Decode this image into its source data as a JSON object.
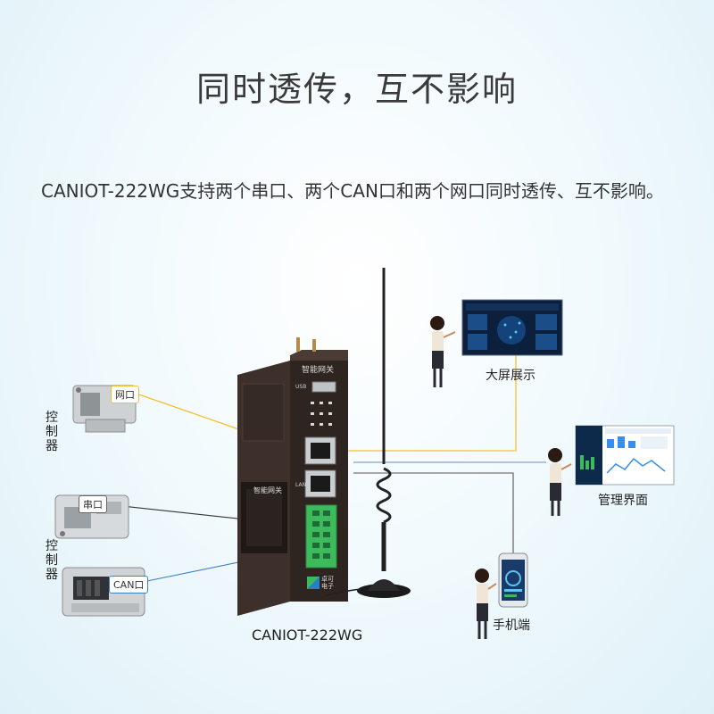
{
  "title": "同时透传，互不影响",
  "description": "CANIOT-222WG支持两个串口、两个CAN口和两个网口同时透传、互不影响。",
  "device": {
    "model": "CANIOT-222WG",
    "top_label": "智能网关",
    "usb_label": "USB",
    "lan_label": "LAN",
    "sticker_title": "智能网关",
    "logo_text_1": "卓可",
    "logo_text_2": "电子"
  },
  "left_labels": {
    "controller_1": "控制器",
    "controller_2": "控制器"
  },
  "port_tags": {
    "ethernet": "网口",
    "serial": "串口",
    "can": "CAN口"
  },
  "right_labels": {
    "big_screen": "大屏展示",
    "management": "管理界面",
    "mobile": "手机端"
  },
  "colors": {
    "ethernet_line": "#f2c12e",
    "serial_line": "#333333",
    "can_line": "#3b7fc4",
    "uplink_line": "#555555",
    "device_body": "#3a2d28",
    "terminal_green": "#3dbb5c"
  }
}
